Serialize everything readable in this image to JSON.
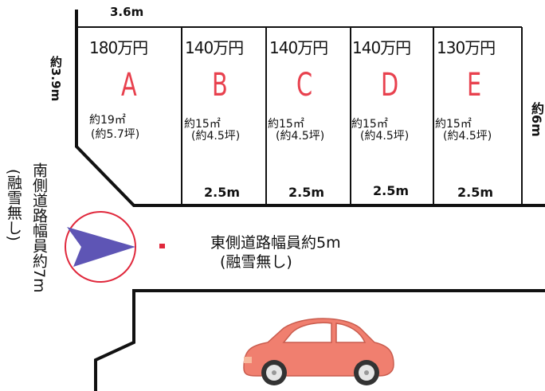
{
  "top_width": "3.6m",
  "left_depth": "約3.9m",
  "right_depth": "約6m",
  "lots": [
    {
      "price": "180万円",
      "letter": "A",
      "area": "約19㎡",
      "tsubo": "(約5.7坪)"
    },
    {
      "price": "140万円",
      "letter": "B",
      "area": "約15㎡",
      "tsubo": "(約4.5坪)"
    },
    {
      "price": "140万円",
      "letter": "C",
      "area": "約15㎡",
      "tsubo": "(約4.5坪)"
    },
    {
      "price": "140万円",
      "letter": "D",
      "area": "約15㎡",
      "tsubo": "(約4.5坪)"
    },
    {
      "price": "130万円",
      "letter": "E",
      "area": "約15㎡",
      "tsubo": "(約4.5坪)"
    }
  ],
  "frontages": [
    "2.5m",
    "2.5m",
    "2.5m",
    "2.5m"
  ],
  "east_road": {
    "label": "東側道路幅員約5m",
    "note": "(融雪無し)"
  },
  "south_road": {
    "label": "南側道路幅員約7m",
    "note": "(融雪無し)"
  },
  "colors": {
    "letter": "#e8414e",
    "car": "#f07f6f",
    "compass": "#5e55b5",
    "compass_ring": "#e0283c"
  },
  "icons": {
    "compass": "north-arrow-icon",
    "car": "car-icon"
  }
}
